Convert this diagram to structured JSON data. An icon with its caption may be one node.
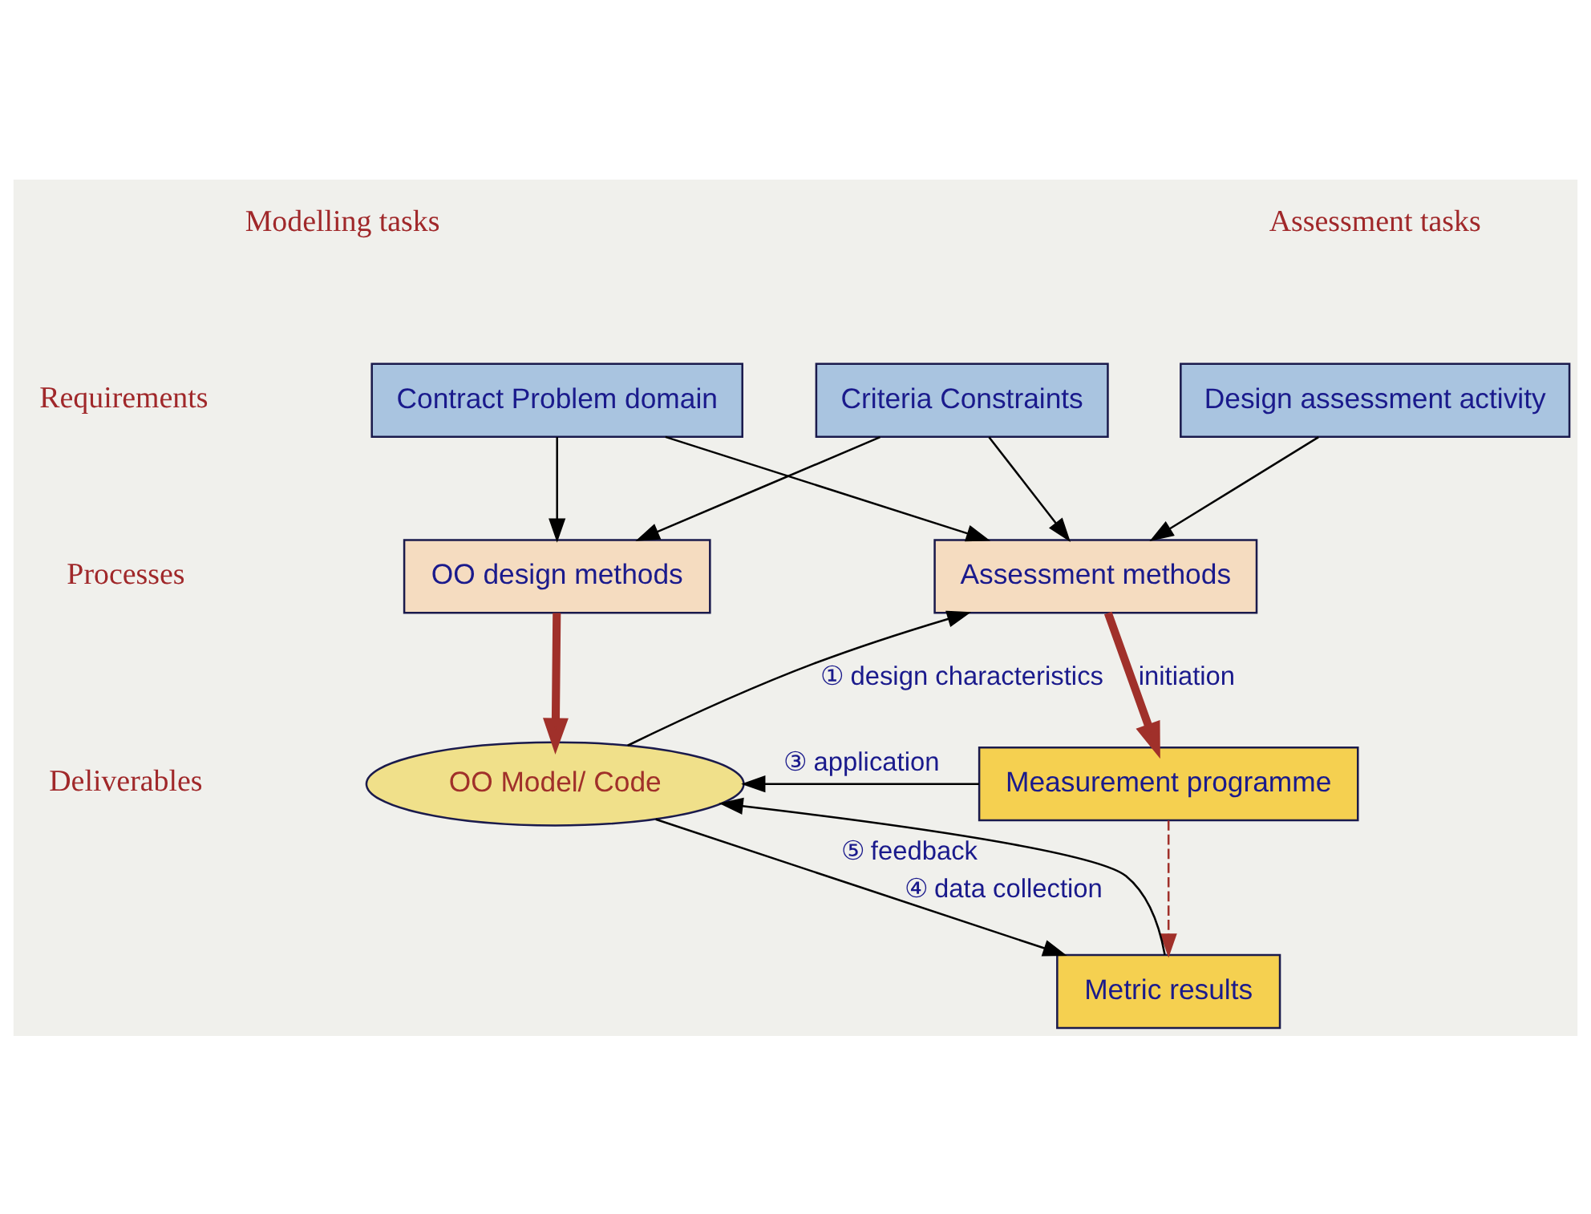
{
  "diagram": {
    "nodes": [
      {
        "text": [
          "Contract Problem domain"
        ]
      },
      {
        "text": [
          "Criteria Constraints"
        ]
      },
      {
        "text": [
          "Design assessment activity"
        ]
      },
      {
        "text": [
          "OO design methods"
        ]
      },
      {
        "text": [
          "Assessment methods"
        ]
      },
      {
        "text": [
          "OO Model/ Code"
        ]
      },
      {
        "text": [
          "Measurement programme"
        ]
      },
      {
        "text": [
          "Metric results"
        ]
      }
    ],
    "edges": [
      {
        "from": 0,
        "to": 3,
        "arrow": "to"
      },
      {
        "from": 0,
        "to": 4,
        "arrow": "to"
      },
      {
        "from": 1,
        "to": 3,
        "arrow": "to"
      },
      {
        "from": 1,
        "to": 4,
        "arrow": "to"
      },
      {
        "from": 2,
        "to": 4,
        "arrow": "to"
      },
      {
        "from": 3,
        "to": 5,
        "arrow": "to",
        "style": "thick",
        "color": "#a0302a"
      },
      {
        "from": 4,
        "to": 6,
        "arrow": "to",
        "style": "thick",
        "color": "#a0302a",
        "label": "initiation"
      },
      {
        "from": 5,
        "to": 4,
        "arrow": "to",
        "label": "① design characteristics"
      },
      {
        "from": 6,
        "to": 5,
        "arrow": "to",
        "label": "③ application"
      },
      {
        "from": 5,
        "to": 7,
        "arrow": "to",
        "label": "④ data collection"
      },
      {
        "from": 6,
        "to": 7,
        "arrow": "to",
        "style": "dashed",
        "color": "#a0302a"
      },
      {
        "from": 7,
        "to": 5,
        "arrow": "to",
        "label": "⑤ feedback"
      }
    ],
    "labels": [
      "Modelling tasks",
      "Assessment tasks",
      "Requirements",
      "Processes",
      "Deliverables"
    ]
  }
}
